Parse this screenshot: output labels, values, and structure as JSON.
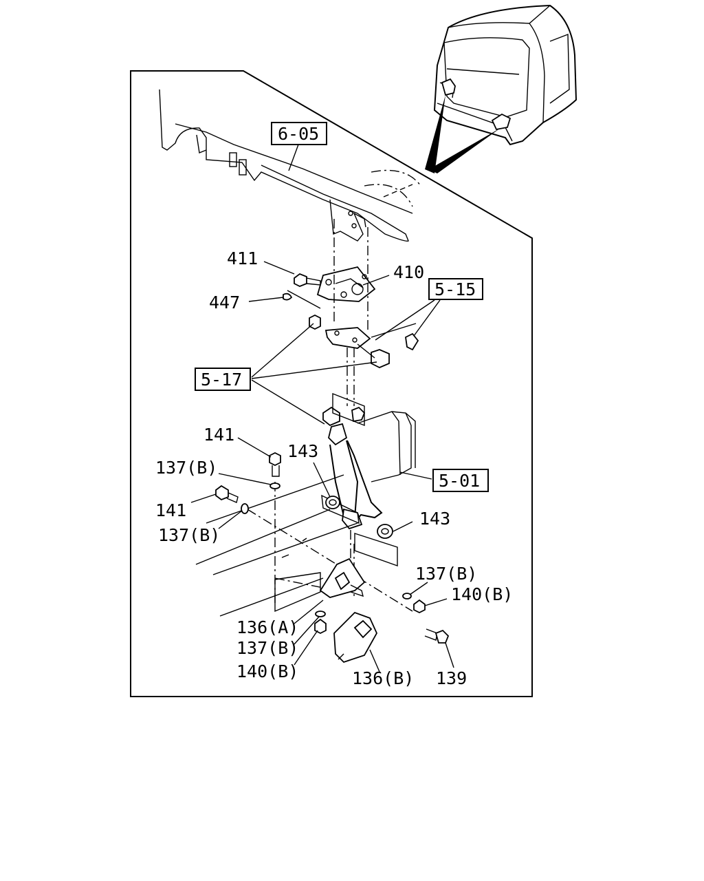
{
  "diagram": {
    "reference_boxes": {
      "r605": "6-05",
      "r515": "5-15",
      "r517": "5-17",
      "r501": "5-01"
    },
    "part_labels": {
      "p411": "411",
      "p410": "410",
      "p447": "447",
      "p141a": "141",
      "p143a": "143",
      "p137b1": "137(B)",
      "p141b": "141",
      "p137b2": "137(B)",
      "p143b": "143",
      "p137b3": "137(B)",
      "p140b1": "140(B)",
      "p136a": "136(A)",
      "p137b4": "137(B)",
      "p140b2": "140(B)",
      "p136b": "136(B)",
      "p139": "139"
    }
  }
}
